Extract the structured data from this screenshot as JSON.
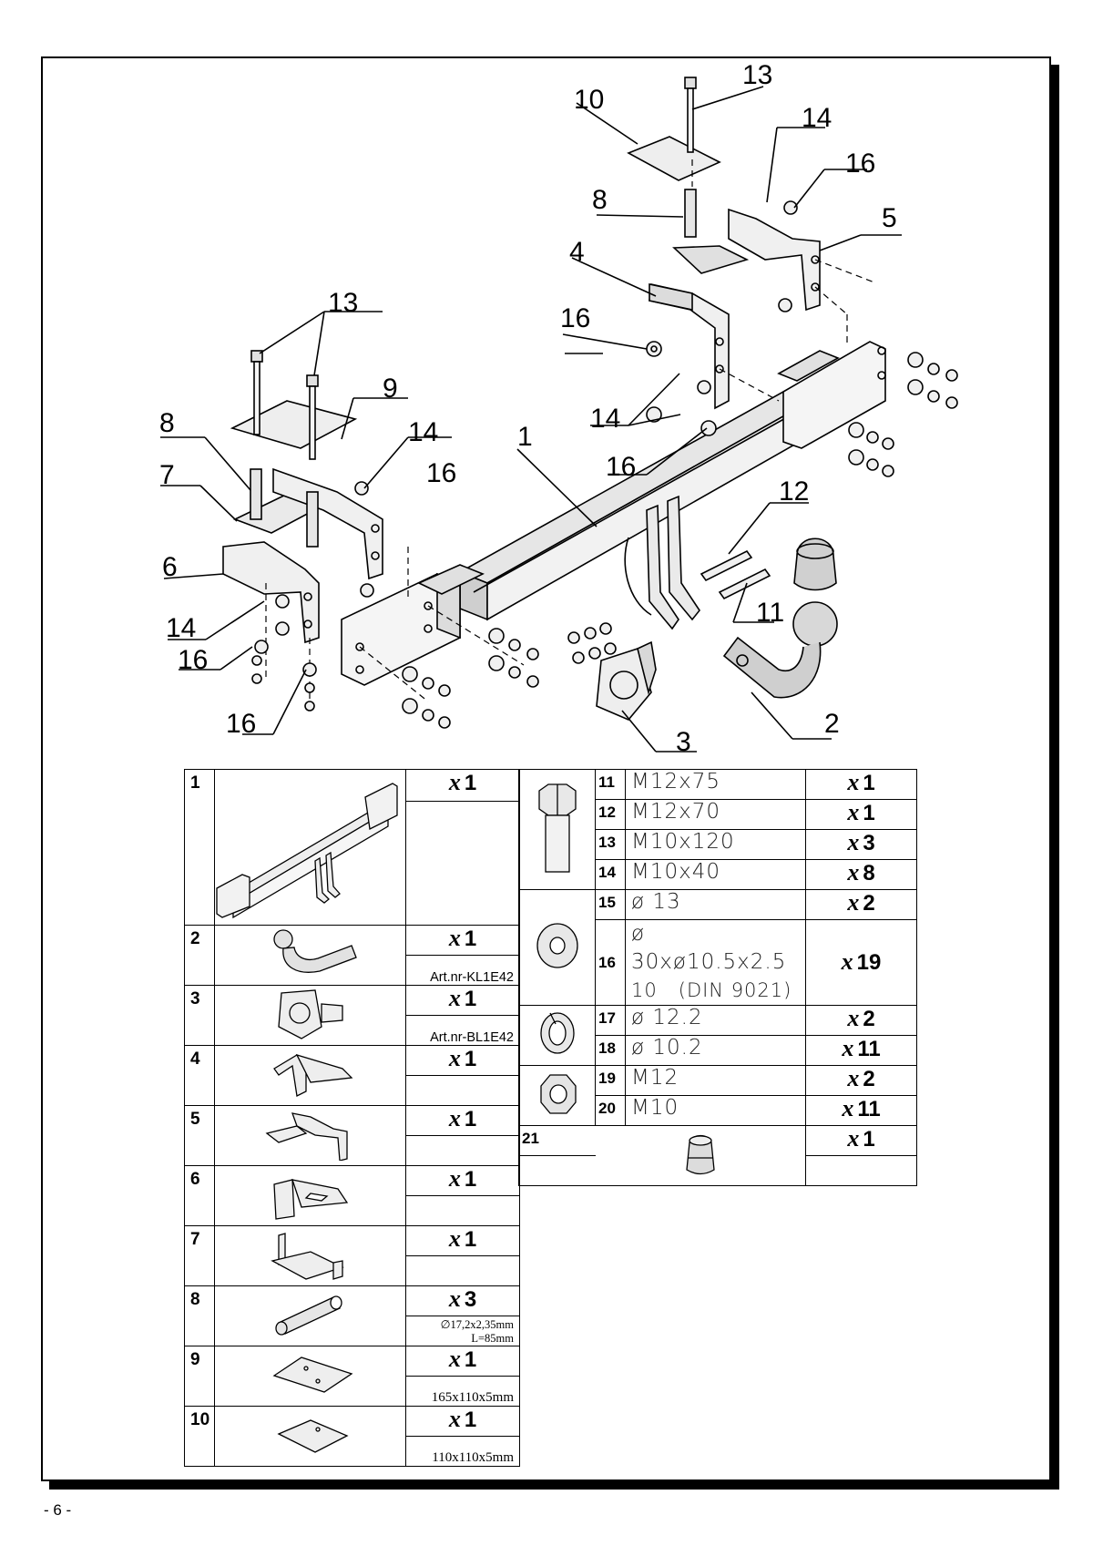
{
  "page_number": "- 6 -",
  "callouts": {
    "c1": "1",
    "c2": "2",
    "c3": "3",
    "c4": "4",
    "c5": "5",
    "c6": "6",
    "c7": "7",
    "c8a": "8",
    "c8b": "8",
    "c9": "9",
    "c10": "10",
    "c11": "11",
    "c12": "12",
    "c13a": "13",
    "c13b": "13",
    "c14a": "14",
    "c14b": "14",
    "c14c": "14",
    "c14d": "14",
    "c16a": "16",
    "c16b": "16",
    "c16c": "16",
    "c16d": "16",
    "c16e": "16",
    "c16f": "16"
  },
  "parts_left": [
    {
      "num": "1",
      "mult": "x",
      "qty": "1",
      "note": ""
    },
    {
      "num": "2",
      "mult": "x",
      "qty": "1",
      "note": "Art.nr-KL1E42"
    },
    {
      "num": "3",
      "mult": "x",
      "qty": "1",
      "note": "Art.nr-BL1E42"
    },
    {
      "num": "4",
      "mult": "x",
      "qty": "1",
      "note": ""
    },
    {
      "num": "5",
      "mult": "x",
      "qty": "1",
      "note": ""
    },
    {
      "num": "6",
      "mult": "x",
      "qty": "1",
      "note": ""
    },
    {
      "num": "7",
      "mult": "x",
      "qty": "1",
      "note": ""
    },
    {
      "num": "8",
      "mult": "x",
      "qty": "3",
      "note": "∅17,2x2,35mm L=85mm"
    },
    {
      "num": "9",
      "mult": "x",
      "qty": "1",
      "note": "165x110x5mm"
    },
    {
      "num": "10",
      "mult": "x",
      "qty": "1",
      "note": "110x110x5mm"
    }
  ],
  "parts_right": [
    {
      "num": "11",
      "spec": "M12x75",
      "mult": "x",
      "qty": "1"
    },
    {
      "num": "12",
      "spec": "M12x70",
      "mult": "x",
      "qty": "1"
    },
    {
      "num": "13",
      "spec": "M10x120",
      "mult": "x",
      "qty": "3"
    },
    {
      "num": "14",
      "spec": "M10x40",
      "mult": "x",
      "qty": "8"
    },
    {
      "num": "15",
      "spec": "ø 13",
      "mult": "x",
      "qty": "2"
    },
    {
      "num": "16",
      "spec": "ø 30xø10.5x2.5",
      "spec2": "10   (DIN 9021)",
      "mult": "x",
      "qty": "19"
    },
    {
      "num": "17",
      "spec": "ø 12.2",
      "mult": "x",
      "qty": "2"
    },
    {
      "num": "18",
      "spec": "ø 10.2",
      "mult": "x",
      "qty": "11"
    },
    {
      "num": "19",
      "spec": "M12",
      "mult": "x",
      "qty": "2"
    },
    {
      "num": "20",
      "spec": "M10",
      "mult": "x",
      "qty": "11"
    },
    {
      "num": "21",
      "spec": "",
      "mult": "x",
      "qty": "1"
    }
  ]
}
